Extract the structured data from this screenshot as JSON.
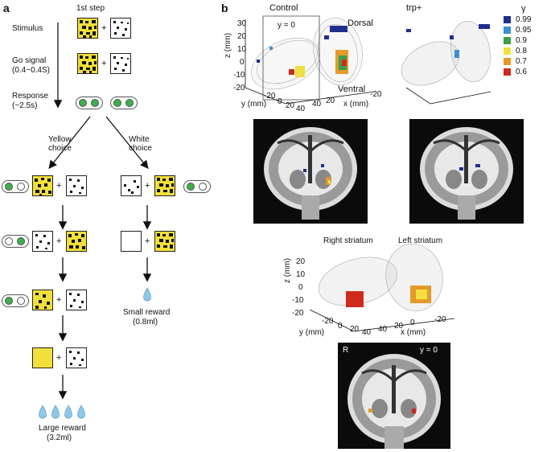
{
  "panel_a": {
    "letter": "a",
    "step_label": "1st step",
    "stimulus_label": "Stimulus",
    "go_signal_label": "Go signal",
    "go_signal_time": "(0.4~0.4S)",
    "response_label": "Response",
    "response_time": "(~2.5s)",
    "yellow_choice_line1": "Yellow",
    "yellow_choice_line2": "choice",
    "white_choice_line1": "White",
    "white_choice_line2": "choice",
    "small_reward_label": "Small reward",
    "small_reward_amount": "(0.8ml)",
    "large_reward_label": "Large reward",
    "large_reward_amount": "(3.2ml)",
    "plus": "+"
  },
  "panel_b": {
    "letter": "b",
    "control_title": "Control",
    "trp_title": "trp+",
    "dorsal_label": "Dorsal",
    "ventral_label": "Ventral",
    "y_eq_0": "y = 0",
    "z_axis_label": "z (mm)",
    "y_axis_label": "y (mm)",
    "x_axis_label": "x (mm)",
    "z_ticks": [
      "30",
      "20",
      "10",
      "0",
      "-10",
      "-20"
    ],
    "y_ticks": [
      "-20",
      "0",
      "20",
      "40"
    ],
    "x_ticks": [
      "40",
      "20",
      "0",
      "-20"
    ],
    "right_striatum_label": "Right striatum",
    "left_striatum_label": "Left  striatum",
    "bottom_R": "R",
    "bottom_y0": "y = 0",
    "legend": {
      "title": "γ",
      "entries": [
        {
          "value": "0.99",
          "color": "#1f2e8f"
        },
        {
          "value": "0.95",
          "color": "#3f8fd0"
        },
        {
          "value": "0.9",
          "color": "#3aa04a"
        },
        {
          "value": "0.8",
          "color": "#f0e040"
        },
        {
          "value": "0.7",
          "color": "#e59a2a"
        },
        {
          "value": "0.6",
          "color": "#d02a1f"
        }
      ]
    }
  }
}
